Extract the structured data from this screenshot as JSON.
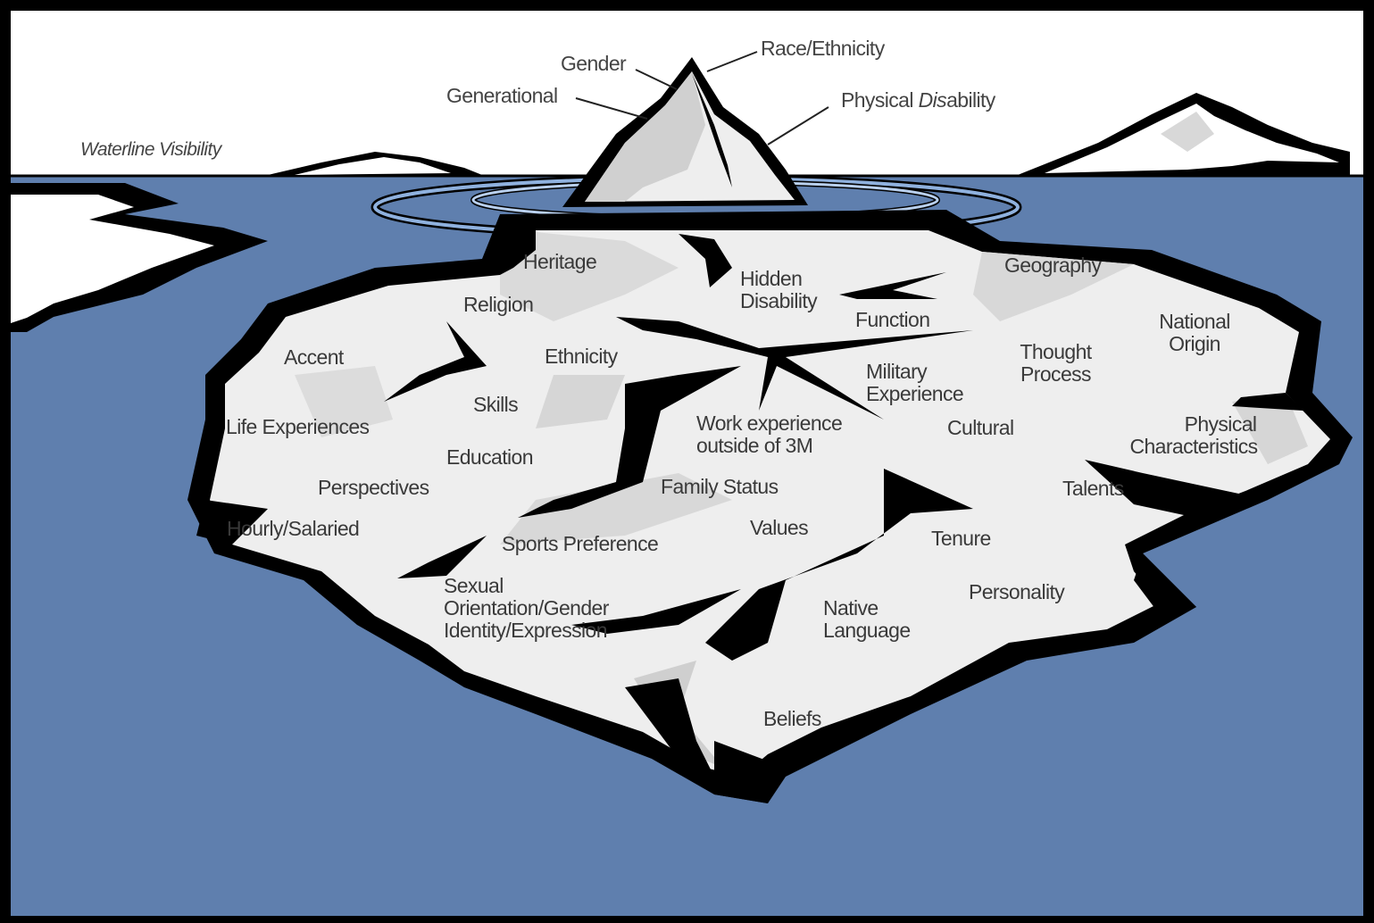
{
  "waterline_label": "Waterline Visibility",
  "colors": {
    "sky": "#ffffff",
    "water": "#5f7fae",
    "ice": "#eeeeee",
    "ice_shade": "#d0d0d0",
    "outline": "#000000",
    "ripple": "#8fb1de"
  },
  "visible_traits": {
    "race": "Race/Ethnicity",
    "gender": "Gender",
    "generational": "Generational",
    "disability_prefix": "Physical ",
    "disability_italic": "Dis",
    "disability_suffix": "ability"
  },
  "hidden_traits": {
    "heritage": "Heritage",
    "hidden_disability": [
      "Hidden",
      "Disability"
    ],
    "geography": "Geography",
    "religion": "Religion",
    "function": "Function",
    "national_origin": [
      "National",
      "Origin"
    ],
    "accent": "Accent",
    "ethnicity": "Ethnicity",
    "military_experience": [
      "Military",
      "Experience"
    ],
    "thought_process": [
      "Thought",
      "Process"
    ],
    "skills": "Skills",
    "life_experiences": "Life Experiences",
    "work_experience": [
      "Work experience",
      "outside of 3M"
    ],
    "cultural": "Cultural",
    "physical_characteristics": [
      "Physical",
      "Characteristics"
    ],
    "education": "Education",
    "perspectives": "Perspectives",
    "family_status": "Family Status",
    "talents": "Talents",
    "hourly_salaried": "Hourly/Salaried",
    "values": "Values",
    "sports_preference": "Sports Preference",
    "tenure": "Tenure",
    "sexual_orientation": [
      "Sexual",
      "Orientation/Gender",
      "Identity/Expression"
    ],
    "personality": "Personality",
    "native_language": [
      "Native",
      "Language"
    ],
    "beliefs": "Beliefs"
  }
}
